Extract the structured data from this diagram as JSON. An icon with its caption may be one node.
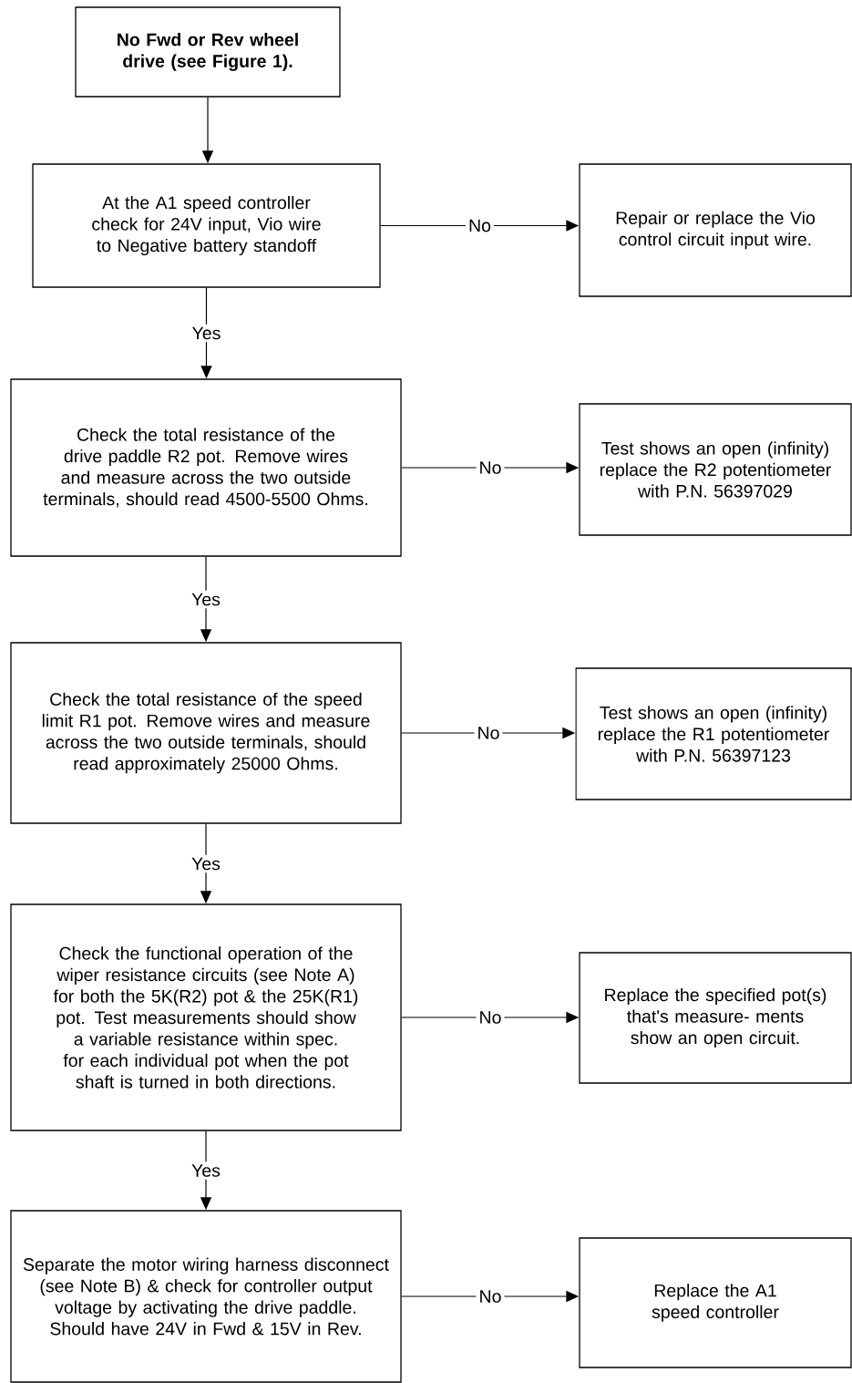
{
  "diagram": {
    "nodes": [
      {
        "text": [
          "No Fwd or Rev wheel drive (see Figure 1)."
        ]
      },
      {
        "text": [
          "At the A1 speed controller check for 24V input, Vio wire to Negative battery standoff"
        ]
      },
      {
        "text": [
          "Repair or replace the Vio control circuit input wire."
        ]
      },
      {
        "text": [
          "Check the total resistance of the drive paddle R2 pot. Remove wires and measure across the two outside terminals, should read 4500-5500 Ohms."
        ]
      },
      {
        "text": [
          "Test shows an open (infinity) replace the R2 potentiometer with P.N. 56397029"
        ]
      },
      {
        "text": [
          "Check the total resistance of the speed limit R1 pot. Remove wires and measure across the two outside terminals, should read approximately 25000 Ohms."
        ]
      },
      {
        "text": [
          "Test shows an open (infinity) replace the R1 potentiometer with P.N. 56397123"
        ]
      },
      {
        "text": [
          "Check the functional operation of the wiper resistance circuits (see Note A) for both the 5K(R2) pot & the 25K(R1) pot. Test measurements should show a variable resistance within spec. for each individual pot when the pot shaft is turned in both directions."
        ]
      },
      {
        "text": [
          "Replace the specified pot(s) that's measure- ments show an open circuit."
        ]
      },
      {
        "text": [
          "Separate the motor wiring harness disconnect (see Note B) & check for controller output voltage by activating the drive paddle. Should have 24V in Fwd & 15V in Rev."
        ]
      },
      {
        "text": [
          "Replace the A1 speed controller"
        ]
      }
    ],
    "edges": [
      {
        "from": 0,
        "to": 1,
        "arrow": "to"
      },
      {
        "from": 1,
        "to": 2,
        "arrow": "to",
        "label": "No"
      },
      {
        "from": 1,
        "to": 3,
        "arrow": "to",
        "label": "Yes"
      },
      {
        "from": 3,
        "to": 4,
        "arrow": "to",
        "label": "No"
      },
      {
        "from": 3,
        "to": 5,
        "arrow": "to",
        "label": "Yes"
      },
      {
        "from": 5,
        "to": 6,
        "arrow": "to",
        "label": "No"
      },
      {
        "from": 5,
        "to": 7,
        "arrow": "to",
        "label": "Yes"
      },
      {
        "from": 7,
        "to": 8,
        "arrow": "to",
        "label": "No"
      },
      {
        "from": 7,
        "to": 9,
        "arrow": "to",
        "label": "Yes"
      },
      {
        "from": 9,
        "to": 10,
        "arrow": "to",
        "label": "No"
      }
    ]
  }
}
